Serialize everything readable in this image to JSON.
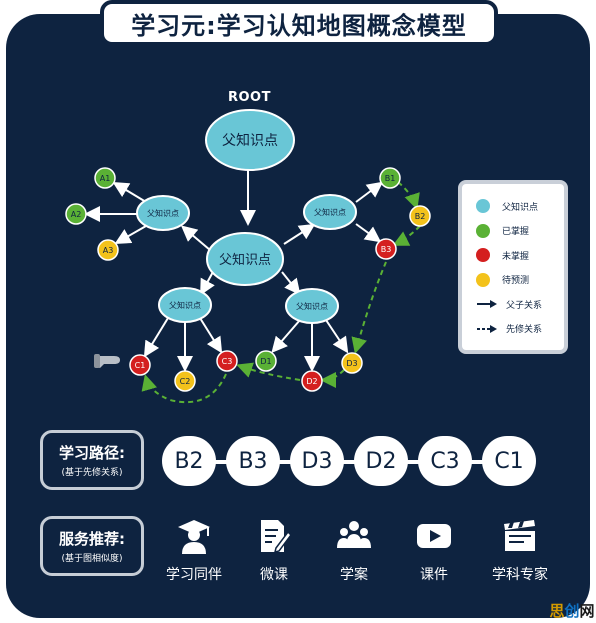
{
  "title": "学习元:学习认知地图概念模型",
  "root_label": "ROOT",
  "colors": {
    "parent": "#69c6d6",
    "mastered": "#5ab135",
    "unmastered": "#d41f1f",
    "pending": "#f3c21b",
    "background": "#0e2340"
  },
  "nodes": {
    "root": "父知识点",
    "center": "父知识点",
    "left_top": "父知识点",
    "right_top": "父知识点",
    "left_bottom": "父知识点",
    "right_bottom": "父知识点",
    "a1": "A1",
    "a2": "A2",
    "a3": "A3",
    "b1": "B1",
    "b2": "B2",
    "b3": "B3",
    "c1": "C1",
    "c2": "C2",
    "c3": "C3",
    "d1": "D1",
    "d2": "D2",
    "d3": "D3"
  },
  "legend": [
    {
      "type": "dot",
      "color": "#69c6d6",
      "label": "父知识点"
    },
    {
      "type": "dot",
      "color": "#5ab135",
      "label": "已掌握"
    },
    {
      "type": "dot",
      "color": "#d41f1f",
      "label": "未掌握"
    },
    {
      "type": "dot",
      "color": "#f3c21b",
      "label": "待预测"
    },
    {
      "type": "solid-arrow",
      "label": "父子关系"
    },
    {
      "type": "dashed-arrow",
      "label": "先修关系"
    }
  ],
  "learning_path": {
    "label": "学习路径:",
    "sublabel": "(基于先修关系)",
    "steps": [
      "B2",
      "B3",
      "D3",
      "D2",
      "C3",
      "C1"
    ]
  },
  "services": {
    "label": "服务推荐:",
    "sublabel": "(基于图相似度)",
    "items": [
      {
        "icon": "graduate-icon",
        "label": "学习同伴"
      },
      {
        "icon": "document-edit-icon",
        "label": "微课"
      },
      {
        "icon": "group-icon",
        "label": "学案"
      },
      {
        "icon": "play-icon",
        "label": "课件"
      },
      {
        "icon": "clapperboard-icon",
        "label": "学科专家"
      }
    ]
  },
  "watermark": [
    "思",
    "创",
    "网"
  ]
}
